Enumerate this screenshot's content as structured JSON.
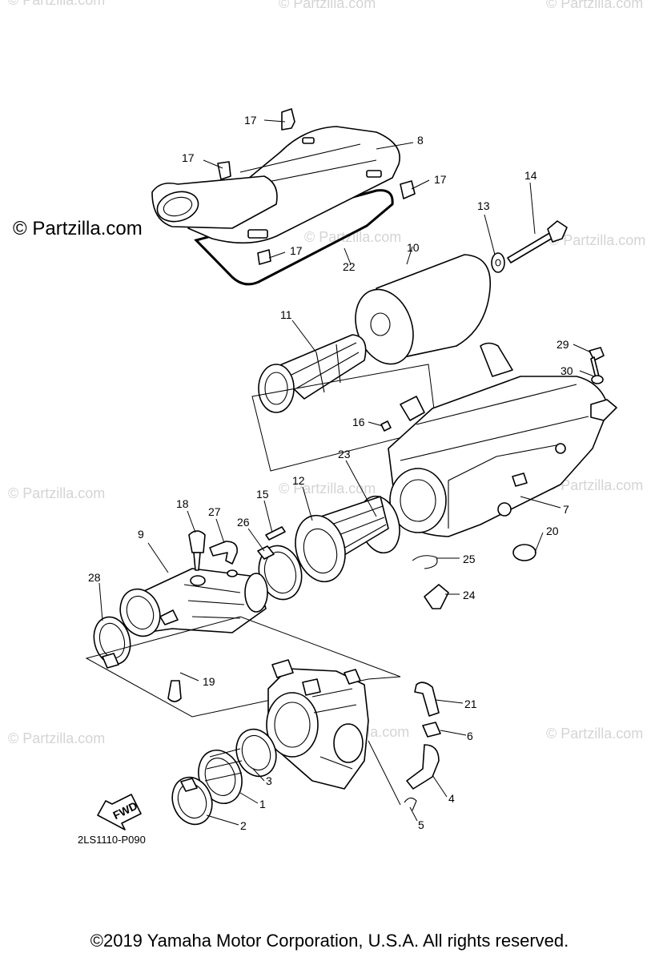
{
  "brand": "© Partzilla.com",
  "watermark": "© Partzilla.com",
  "diagram_code": "2LS1110-P090",
  "copyright": "©2019 Yamaha Motor Corporation, U.S.A. All rights reserved.",
  "fwd_label": "FWD",
  "callouts": [
    "1",
    "2",
    "3",
    "4",
    "5",
    "6",
    "7",
    "8",
    "9",
    "10",
    "11",
    "12",
    "13",
    "14",
    "15",
    "16",
    "17",
    "18",
    "19",
    "20",
    "21",
    "22",
    "23",
    "24",
    "25",
    "26",
    "27",
    "28",
    "29",
    "30"
  ],
  "callouts_17_extra": [
    "17",
    "17",
    "17"
  ]
}
